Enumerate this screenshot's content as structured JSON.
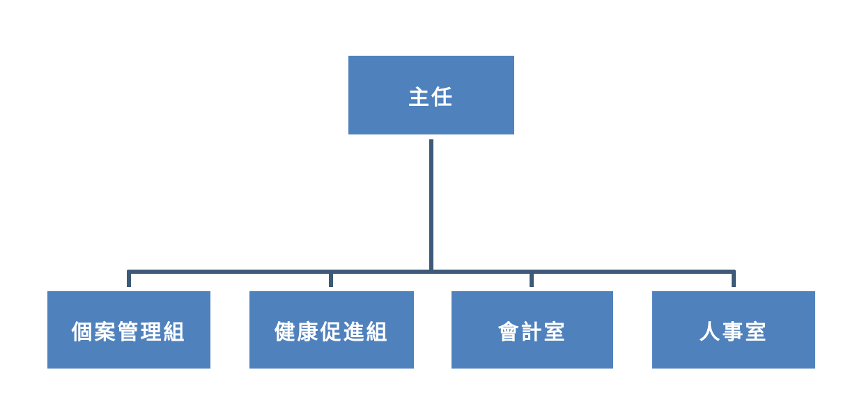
{
  "org_chart": {
    "root": {
      "label": "主任"
    },
    "children": [
      {
        "label": "個案管理組"
      },
      {
        "label": "健康促進組"
      },
      {
        "label": "會計室"
      },
      {
        "label": "人事室"
      }
    ]
  },
  "colors": {
    "box_fill": "#4f81bd",
    "box_text": "#ffffff",
    "connector": "#3d5a78"
  }
}
